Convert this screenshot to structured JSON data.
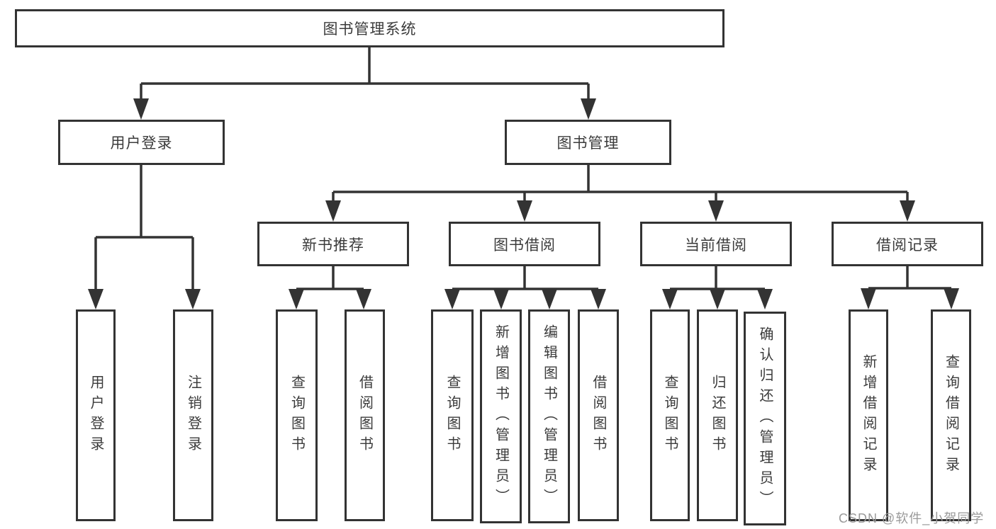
{
  "colors": {
    "line": "#333333",
    "node_border": "#333333",
    "node_text": "#3b3b3b",
    "background": "#ffffff",
    "watermark": "#9a9a9a"
  },
  "tree": {
    "root": "图书管理系统",
    "branches": [
      {
        "label": "用户登录",
        "leaves": [
          "用户登录",
          "注销登录"
        ]
      },
      {
        "label": "图书管理",
        "groups": [
          {
            "label": "新书推荐",
            "leaves": [
              "查询图书",
              "借阅图书"
            ]
          },
          {
            "label": "图书借阅",
            "leaves": [
              "查询图书",
              "新增图书（管理员）",
              "编辑图书（管理员）",
              "借阅图书"
            ]
          },
          {
            "label": "当前借阅",
            "leaves": [
              "查询图书",
              "归还图书",
              "确认归还（管理员）"
            ]
          },
          {
            "label": "借阅记录",
            "leaves": [
              "新增借阅记录",
              "查询借阅记录"
            ]
          }
        ]
      }
    ]
  },
  "watermark": {
    "text": "CSDN @软件_小贺同学"
  }
}
